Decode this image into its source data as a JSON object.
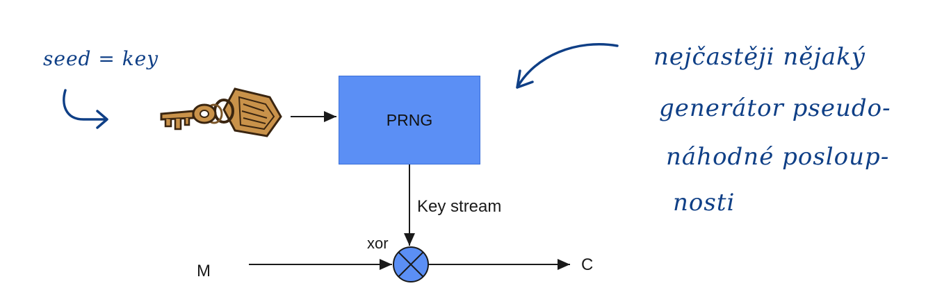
{
  "diagram": {
    "prng_label": "PRNG",
    "keystream_label": "Key stream",
    "xor_label": "xor",
    "message_label": "M",
    "cipher_label": "C"
  },
  "annotations": {
    "seed_note": "seed = key",
    "prng_note_lines": [
      "nejčastěji nějaký",
      "generátor pseudo-",
      "náhodné posloup-",
      "nosti"
    ]
  },
  "colors": {
    "prng_fill": "#5b8ff5",
    "xor_fill": "#5b8ff5",
    "ink": "#0f3f86",
    "line": "#1a1a1a"
  },
  "icons": {
    "key": "key-icon"
  }
}
